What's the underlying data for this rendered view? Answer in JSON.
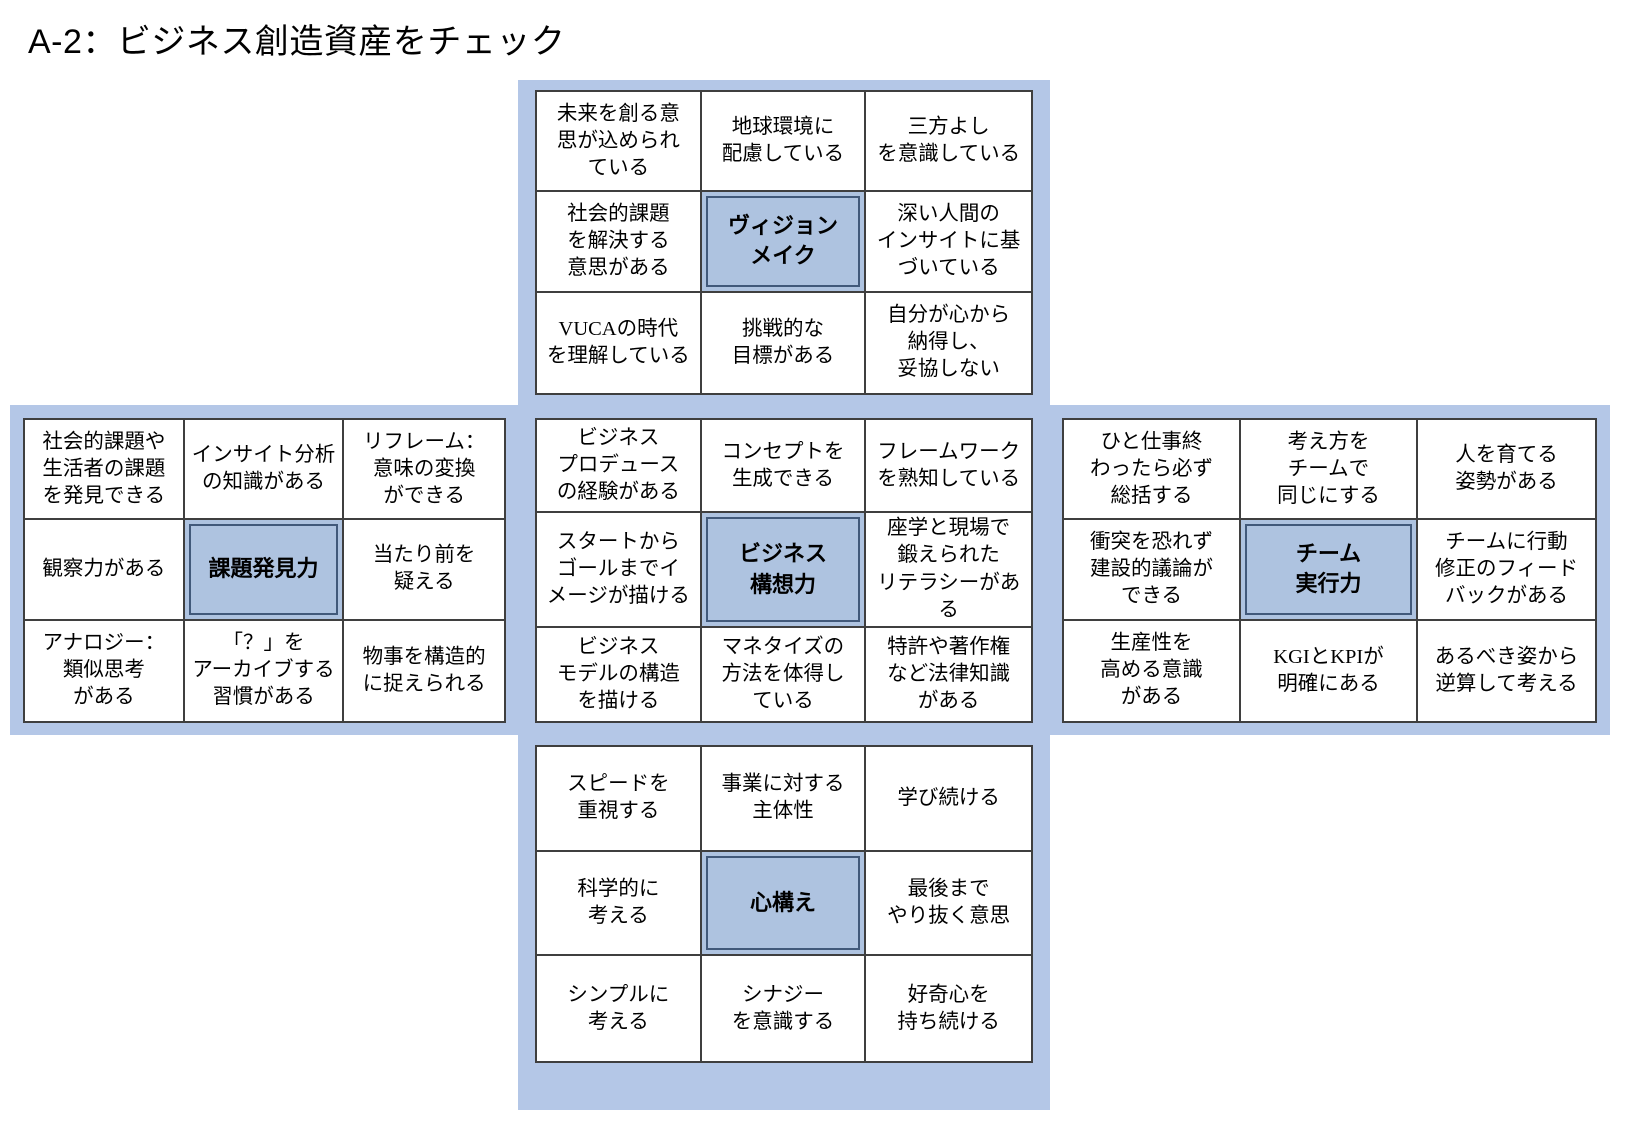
{
  "page": {
    "title": "A-2：ビジネス創造資産をチェック"
  },
  "colors": {
    "band_blue": "#b4c7e7",
    "center_cell_blue": "#aec3e0",
    "center_cell_border": "#41597a",
    "grid_line": "#3f3f3f",
    "cell_background": "#ffffff",
    "text": "#000000"
  },
  "blocks": [
    {
      "id": "vision",
      "center_label": "ヴィジョン\nメイク",
      "cells": [
        "未来を創る意\n思が込められ\nている",
        "地球環境に\n配慮している",
        "三方よし\nを意識している",
        "社会的課題\nを解決する\n意思がある",
        "ヴィジョン\nメイク",
        "深い人間の\nインサイトに基\nづいている",
        "VUCAの時代\nを理解している",
        "挑戦的な\n目標がある",
        "自分が心から\n納得し、\n妥協しない"
      ]
    },
    {
      "id": "issue",
      "center_label": "課題発見力",
      "cells": [
        "社会的課題や\n生活者の課題\nを発見できる",
        "インサイト分析\nの知識がある",
        "リフレーム：\n意味の変換\nができる",
        "観察力がある",
        "課題発見力",
        "当たり前を\n疑える",
        "アナロジー：\n類似思考\nがある",
        "「？」を\nアーカイブする\n習慣がある",
        "物事を構造的\nに捉えられる"
      ]
    },
    {
      "id": "concept",
      "center_label": "ビジネス\n構想力",
      "cells": [
        "ビジネス\nプロデュース\nの経験がある",
        "コンセプトを\n生成できる",
        "フレームワーク\nを熟知している",
        "スタートから\nゴールまでイ\nメージが描ける",
        "ビジネス\n構想力",
        "座学と現場で\n鍛えられた\nリテラシーがある",
        "ビジネス\nモデルの構造\nを描ける",
        "マネタイズの\n方法を体得し\nている",
        "特許や著作権\nなど法律知識\nがある"
      ]
    },
    {
      "id": "team",
      "center_label": "チーム\n実行力",
      "cells": [
        "ひと仕事終\nわったら必ず\n総括する",
        "考え方を\nチームで\n同じにする",
        "人を育てる\n姿勢がある",
        "衝突を恐れず\n建設的議論が\nできる",
        "チーム\n実行力",
        "チームに行動\n修正のフィード\nバックがある",
        "生産性を\n高める意識\nがある",
        "KGIとKPIが\n明確にある",
        "あるべき姿から\n逆算して考える"
      ]
    },
    {
      "id": "mind",
      "center_label": "心構え",
      "cells": [
        "スピードを\n重視する",
        "事業に対する\n主体性",
        "学び続ける",
        "科学的に\n考える",
        "心構え",
        "最後まで\nやり抜く意思",
        "シンプルに\n考える",
        "シナジー\nを意識する",
        "好奇心を\n持ち続ける"
      ]
    }
  ]
}
